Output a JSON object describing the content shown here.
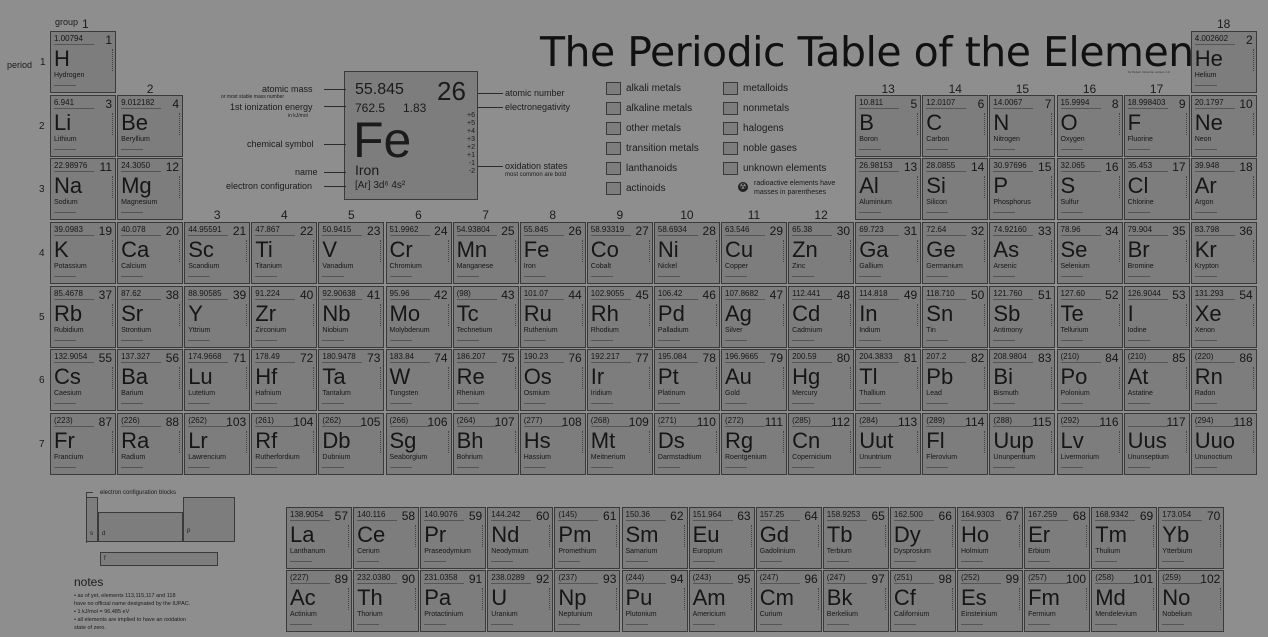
{
  "title": "The Periodic Table of the Elements",
  "subtitle": "by Robert Cimarron version 1.0",
  "group_label": "group",
  "period_label": "period",
  "group_numbers": [
    "1",
    "2",
    "3",
    "4",
    "5",
    "6",
    "7",
    "8",
    "9",
    "10",
    "11",
    "12",
    "13",
    "14",
    "15",
    "16",
    "17",
    "18"
  ],
  "period_numbers": [
    "1",
    "2",
    "3",
    "4",
    "5",
    "6",
    "7"
  ],
  "key": {
    "mass": "55.845",
    "number": "26",
    "ionization": "762.5",
    "electronegativity": "1.83",
    "symbol": "Fe",
    "name": "Iron",
    "config": "[Ar] 3d⁶ 4s²",
    "oxidation": [
      "+6",
      "+5",
      "+4",
      "+3",
      "+2",
      "+1",
      "-1",
      "-2"
    ],
    "labels": {
      "atomic_mass": "atomic mass",
      "atomic_mass_note": "or most stable mass number",
      "ionization": "1st ionization energy",
      "ionization_unit": "in kJ/mol",
      "chemical_symbol": "chemical symbol",
      "name": "name",
      "electron_configuration": "electron configuration",
      "atomic_number": "atomic number",
      "electronegativity": "electronegativity",
      "oxidation_states": "oxidation states",
      "oxidation_note": "most common are bold"
    }
  },
  "legend": [
    {
      "label": "alkali metals"
    },
    {
      "label": "alkaline metals"
    },
    {
      "label": "other metals"
    },
    {
      "label": "transition metals"
    },
    {
      "label": "lanthanoids"
    },
    {
      "label": "actinoids"
    },
    {
      "label": "metalloids"
    },
    {
      "label": "nonmetals"
    },
    {
      "label": "halogens"
    },
    {
      "label": "noble gases"
    },
    {
      "label": "unknown elements"
    }
  ],
  "radioactive_note_1": "radioactive elements have",
  "radioactive_note_2": "masses in parentheses",
  "blocks_title": "electron configuration blocks",
  "blocks": [
    "s",
    "d",
    "p",
    "f"
  ],
  "notes_title": "notes",
  "notes": [
    "• as of yet, elements 113,115,117 and 118",
    "have no official name designated by the IUPAC.",
    "• 1 kJ/mol = 96.485 eV",
    "• all elements are implied to have an oxidation",
    "state of zero."
  ],
  "elements": [
    {
      "n": "1",
      "s": "H",
      "name": "Hydrogen",
      "m": "1.00794",
      "g": 1,
      "p": 1
    },
    {
      "n": "2",
      "s": "He",
      "name": "Helium",
      "m": "4.002602",
      "g": 18,
      "p": 1
    },
    {
      "n": "3",
      "s": "Li",
      "name": "Lithium",
      "m": "6.941",
      "g": 1,
      "p": 2
    },
    {
      "n": "4",
      "s": "Be",
      "name": "Beryllium",
      "m": "9.012182",
      "g": 2,
      "p": 2
    },
    {
      "n": "5",
      "s": "B",
      "name": "Boron",
      "m": "10.811",
      "g": 13,
      "p": 2
    },
    {
      "n": "6",
      "s": "C",
      "name": "Carbon",
      "m": "12.0107",
      "g": 14,
      "p": 2
    },
    {
      "n": "7",
      "s": "N",
      "name": "Nitrogen",
      "m": "14.0067",
      "g": 15,
      "p": 2
    },
    {
      "n": "8",
      "s": "O",
      "name": "Oxygen",
      "m": "15.9994",
      "g": 16,
      "p": 2
    },
    {
      "n": "9",
      "s": "F",
      "name": "Fluorine",
      "m": "18.998403",
      "g": 17,
      "p": 2
    },
    {
      "n": "10",
      "s": "Ne",
      "name": "Neon",
      "m": "20.1797",
      "g": 18,
      "p": 2
    },
    {
      "n": "11",
      "s": "Na",
      "name": "Sodium",
      "m": "22.98976",
      "g": 1,
      "p": 3
    },
    {
      "n": "12",
      "s": "Mg",
      "name": "Magnesium",
      "m": "24.3050",
      "g": 2,
      "p": 3
    },
    {
      "n": "13",
      "s": "Al",
      "name": "Aluminium",
      "m": "26.98153",
      "g": 13,
      "p": 3
    },
    {
      "n": "14",
      "s": "Si",
      "name": "Silicon",
      "m": "28.0855",
      "g": 14,
      "p": 3
    },
    {
      "n": "15",
      "s": "P",
      "name": "Phosphorus",
      "m": "30.97696",
      "g": 15,
      "p": 3
    },
    {
      "n": "16",
      "s": "S",
      "name": "Sulfur",
      "m": "32.065",
      "g": 16,
      "p": 3
    },
    {
      "n": "17",
      "s": "Cl",
      "name": "Chlorine",
      "m": "35.453",
      "g": 17,
      "p": 3
    },
    {
      "n": "18",
      "s": "Ar",
      "name": "Argon",
      "m": "39.948",
      "g": 18,
      "p": 3
    },
    {
      "n": "19",
      "s": "K",
      "name": "Potassium",
      "m": "39.0983",
      "g": 1,
      "p": 4
    },
    {
      "n": "20",
      "s": "Ca",
      "name": "Calcium",
      "m": "40.078",
      "g": 2,
      "p": 4
    },
    {
      "n": "21",
      "s": "Sc",
      "name": "Scandium",
      "m": "44.95591",
      "g": 3,
      "p": 4
    },
    {
      "n": "22",
      "s": "Ti",
      "name": "Titanium",
      "m": "47.867",
      "g": 4,
      "p": 4
    },
    {
      "n": "23",
      "s": "V",
      "name": "Vanadium",
      "m": "50.9415",
      "g": 5,
      "p": 4
    },
    {
      "n": "24",
      "s": "Cr",
      "name": "Chromium",
      "m": "51.9962",
      "g": 6,
      "p": 4
    },
    {
      "n": "25",
      "s": "Mn",
      "name": "Manganese",
      "m": "54.93804",
      "g": 7,
      "p": 4
    },
    {
      "n": "26",
      "s": "Fe",
      "name": "Iron",
      "m": "55.845",
      "g": 8,
      "p": 4
    },
    {
      "n": "27",
      "s": "Co",
      "name": "Cobalt",
      "m": "58.93319",
      "g": 9,
      "p": 4
    },
    {
      "n": "28",
      "s": "Ni",
      "name": "Nickel",
      "m": "58.6934",
      "g": 10,
      "p": 4
    },
    {
      "n": "29",
      "s": "Cu",
      "name": "Copper",
      "m": "63.546",
      "g": 11,
      "p": 4
    },
    {
      "n": "30",
      "s": "Zn",
      "name": "Zinc",
      "m": "65.38",
      "g": 12,
      "p": 4
    },
    {
      "n": "31",
      "s": "Ga",
      "name": "Gallium",
      "m": "69.723",
      "g": 13,
      "p": 4
    },
    {
      "n": "32",
      "s": "Ge",
      "name": "Germanium",
      "m": "72.64",
      "g": 14,
      "p": 4
    },
    {
      "n": "33",
      "s": "As",
      "name": "Arsenic",
      "m": "74.92160",
      "g": 15,
      "p": 4
    },
    {
      "n": "34",
      "s": "Se",
      "name": "Selenium",
      "m": "78.96",
      "g": 16,
      "p": 4
    },
    {
      "n": "35",
      "s": "Br",
      "name": "Bromine",
      "m": "79.904",
      "g": 17,
      "p": 4
    },
    {
      "n": "36",
      "s": "Kr",
      "name": "Krypton",
      "m": "83.798",
      "g": 18,
      "p": 4
    },
    {
      "n": "37",
      "s": "Rb",
      "name": "Rubidium",
      "m": "85.4678",
      "g": 1,
      "p": 5
    },
    {
      "n": "38",
      "s": "Sr",
      "name": "Strontium",
      "m": "87.62",
      "g": 2,
      "p": 5
    },
    {
      "n": "39",
      "s": "Y",
      "name": "Yttrium",
      "m": "88.90585",
      "g": 3,
      "p": 5
    },
    {
      "n": "40",
      "s": "Zr",
      "name": "Zirconium",
      "m": "91.224",
      "g": 4,
      "p": 5
    },
    {
      "n": "41",
      "s": "Nb",
      "name": "Niobium",
      "m": "92.90638",
      "g": 5,
      "p": 5
    },
    {
      "n": "42",
      "s": "Mo",
      "name": "Molybdenum",
      "m": "95.96",
      "g": 6,
      "p": 5
    },
    {
      "n": "43",
      "s": "Tc",
      "name": "Technetium",
      "m": "(98)",
      "g": 7,
      "p": 5
    },
    {
      "n": "44",
      "s": "Ru",
      "name": "Ruthenium",
      "m": "101.07",
      "g": 8,
      "p": 5
    },
    {
      "n": "45",
      "s": "Rh",
      "name": "Rhodium",
      "m": "102.9055",
      "g": 9,
      "p": 5
    },
    {
      "n": "46",
      "s": "Pd",
      "name": "Palladium",
      "m": "106.42",
      "g": 10,
      "p": 5
    },
    {
      "n": "47",
      "s": "Ag",
      "name": "Silver",
      "m": "107.8682",
      "g": 11,
      "p": 5
    },
    {
      "n": "48",
      "s": "Cd",
      "name": "Cadmium",
      "m": "112.441",
      "g": 12,
      "p": 5
    },
    {
      "n": "49",
      "s": "In",
      "name": "Indium",
      "m": "114.818",
      "g": 13,
      "p": 5
    },
    {
      "n": "50",
      "s": "Sn",
      "name": "Tin",
      "m": "118.710",
      "g": 14,
      "p": 5
    },
    {
      "n": "51",
      "s": "Sb",
      "name": "Antimony",
      "m": "121.760",
      "g": 15,
      "p": 5
    },
    {
      "n": "52",
      "s": "Te",
      "name": "Tellurium",
      "m": "127.60",
      "g": 16,
      "p": 5
    },
    {
      "n": "53",
      "s": "I",
      "name": "Iodine",
      "m": "126.9044",
      "g": 17,
      "p": 5
    },
    {
      "n": "54",
      "s": "Xe",
      "name": "Xenon",
      "m": "131.293",
      "g": 18,
      "p": 5
    },
    {
      "n": "55",
      "s": "Cs",
      "name": "Caesium",
      "m": "132.9054",
      "g": 1,
      "p": 6
    },
    {
      "n": "56",
      "s": "Ba",
      "name": "Barium",
      "m": "137.327",
      "g": 2,
      "p": 6
    },
    {
      "n": "71",
      "s": "Lu",
      "name": "Lutetium",
      "m": "174.9668",
      "g": 3,
      "p": 6
    },
    {
      "n": "72",
      "s": "Hf",
      "name": "Hafnium",
      "m": "178.49",
      "g": 4,
      "p": 6
    },
    {
      "n": "73",
      "s": "Ta",
      "name": "Tantalum",
      "m": "180.9478",
      "g": 5,
      "p": 6
    },
    {
      "n": "74",
      "s": "W",
      "name": "Tungsten",
      "m": "183.84",
      "g": 6,
      "p": 6
    },
    {
      "n": "75",
      "s": "Re",
      "name": "Rhenium",
      "m": "186.207",
      "g": 7,
      "p": 6
    },
    {
      "n": "76",
      "s": "Os",
      "name": "Osmium",
      "m": "190.23",
      "g": 8,
      "p": 6
    },
    {
      "n": "77",
      "s": "Ir",
      "name": "Iridium",
      "m": "192.217",
      "g": 9,
      "p": 6
    },
    {
      "n": "78",
      "s": "Pt",
      "name": "Platinum",
      "m": "195.084",
      "g": 10,
      "p": 6
    },
    {
      "n": "79",
      "s": "Au",
      "name": "Gold",
      "m": "196.9665",
      "g": 11,
      "p": 6
    },
    {
      "n": "80",
      "s": "Hg",
      "name": "Mercury",
      "m": "200.59",
      "g": 12,
      "p": 6
    },
    {
      "n": "81",
      "s": "Tl",
      "name": "Thallium",
      "m": "204.3833",
      "g": 13,
      "p": 6
    },
    {
      "n": "82",
      "s": "Pb",
      "name": "Lead",
      "m": "207.2",
      "g": 14,
      "p": 6
    },
    {
      "n": "83",
      "s": "Bi",
      "name": "Bismuth",
      "m": "208.9804",
      "g": 15,
      "p": 6
    },
    {
      "n": "84",
      "s": "Po",
      "name": "Polonium",
      "m": "(210)",
      "g": 16,
      "p": 6
    },
    {
      "n": "85",
      "s": "At",
      "name": "Astatine",
      "m": "(210)",
      "g": 17,
      "p": 6
    },
    {
      "n": "86",
      "s": "Rn",
      "name": "Radon",
      "m": "(220)",
      "g": 18,
      "p": 6
    },
    {
      "n": "87",
      "s": "Fr",
      "name": "Francium",
      "m": "(223)",
      "g": 1,
      "p": 7
    },
    {
      "n": "88",
      "s": "Ra",
      "name": "Radium",
      "m": "(226)",
      "g": 2,
      "p": 7
    },
    {
      "n": "103",
      "s": "Lr",
      "name": "Lawrencium",
      "m": "(262)",
      "g": 3,
      "p": 7
    },
    {
      "n": "104",
      "s": "Rf",
      "name": "Rutherfordium",
      "m": "(261)",
      "g": 4,
      "p": 7
    },
    {
      "n": "105",
      "s": "Db",
      "name": "Dubnium",
      "m": "(262)",
      "g": 5,
      "p": 7
    },
    {
      "n": "106",
      "s": "Sg",
      "name": "Seaborgium",
      "m": "(266)",
      "g": 6,
      "p": 7
    },
    {
      "n": "107",
      "s": "Bh",
      "name": "Bohrium",
      "m": "(264)",
      "g": 7,
      "p": 7
    },
    {
      "n": "108",
      "s": "Hs",
      "name": "Hassium",
      "m": "(277)",
      "g": 8,
      "p": 7
    },
    {
      "n": "109",
      "s": "Mt",
      "name": "Meitnerium",
      "m": "(268)",
      "g": 9,
      "p": 7
    },
    {
      "n": "110",
      "s": "Ds",
      "name": "Darmstadtium",
      "m": "(271)",
      "g": 10,
      "p": 7
    },
    {
      "n": "111",
      "s": "Rg",
      "name": "Roentgenium",
      "m": "(272)",
      "g": 11,
      "p": 7
    },
    {
      "n": "112",
      "s": "Cn",
      "name": "Copernicium",
      "m": "(285)",
      "g": 12,
      "p": 7
    },
    {
      "n": "113",
      "s": "Uut",
      "name": "Ununtrium",
      "m": "(284)",
      "g": 13,
      "p": 7
    },
    {
      "n": "114",
      "s": "Fl",
      "name": "Flerovium",
      "m": "(289)",
      "g": 14,
      "p": 7
    },
    {
      "n": "115",
      "s": "Uup",
      "name": "Ununpentium",
      "m": "(288)",
      "g": 15,
      "p": 7
    },
    {
      "n": "116",
      "s": "Lv",
      "name": "Livermorium",
      "m": "(292)",
      "g": 16,
      "p": 7
    },
    {
      "n": "117",
      "s": "Uus",
      "name": "Ununseptium",
      "m": "",
      "g": 17,
      "p": 7
    },
    {
      "n": "118",
      "s": "Uuo",
      "name": "Ununoctium",
      "m": "(294)",
      "g": 18,
      "p": 7
    }
  ],
  "lanthanoids": [
    {
      "n": "57",
      "s": "La",
      "name": "Lanthanum",
      "m": "138.9054"
    },
    {
      "n": "58",
      "s": "Ce",
      "name": "Cerium",
      "m": "140.116"
    },
    {
      "n": "59",
      "s": "Pr",
      "name": "Praseodymium",
      "m": "140.9076"
    },
    {
      "n": "60",
      "s": "Nd",
      "name": "Neodymium",
      "m": "144.242"
    },
    {
      "n": "61",
      "s": "Pm",
      "name": "Promethium",
      "m": "(145)"
    },
    {
      "n": "62",
      "s": "Sm",
      "name": "Samarium",
      "m": "150.36"
    },
    {
      "n": "63",
      "s": "Eu",
      "name": "Europium",
      "m": "151.964"
    },
    {
      "n": "64",
      "s": "Gd",
      "name": "Gadolinium",
      "m": "157.25"
    },
    {
      "n": "65",
      "s": "Tb",
      "name": "Terbium",
      "m": "158.9253"
    },
    {
      "n": "66",
      "s": "Dy",
      "name": "Dysprosium",
      "m": "162.500"
    },
    {
      "n": "67",
      "s": "Ho",
      "name": "Holmium",
      "m": "164.9303"
    },
    {
      "n": "68",
      "s": "Er",
      "name": "Erbium",
      "m": "167.259"
    },
    {
      "n": "69",
      "s": "Tm",
      "name": "Thulium",
      "m": "168.9342"
    },
    {
      "n": "70",
      "s": "Yb",
      "name": "Ytterbium",
      "m": "173.054"
    }
  ],
  "actinoids": [
    {
      "n": "89",
      "s": "Ac",
      "name": "Actinium",
      "m": "(227)"
    },
    {
      "n": "90",
      "s": "Th",
      "name": "Thorium",
      "m": "232.0380"
    },
    {
      "n": "91",
      "s": "Pa",
      "name": "Protactinium",
      "m": "231.0358"
    },
    {
      "n": "92",
      "s": "U",
      "name": "Uranium",
      "m": "238.0289"
    },
    {
      "n": "93",
      "s": "Np",
      "name": "Neptunium",
      "m": "(237)"
    },
    {
      "n": "94",
      "s": "Pu",
      "name": "Plutonium",
      "m": "(244)"
    },
    {
      "n": "95",
      "s": "Am",
      "name": "Americium",
      "m": "(243)"
    },
    {
      "n": "96",
      "s": "Cm",
      "name": "Curium",
      "m": "(247)"
    },
    {
      "n": "97",
      "s": "Bk",
      "name": "Berkelium",
      "m": "(247)"
    },
    {
      "n": "98",
      "s": "Cf",
      "name": "Californium",
      "m": "(251)"
    },
    {
      "n": "99",
      "s": "Es",
      "name": "Einsteinium",
      "m": "(252)"
    },
    {
      "n": "100",
      "s": "Fm",
      "name": "Fermium",
      "m": "(257)"
    },
    {
      "n": "101",
      "s": "Md",
      "name": "Mendelevium",
      "m": "(258)"
    },
    {
      "n": "102",
      "s": "No",
      "name": "Nobelium",
      "m": "(259)"
    }
  ]
}
